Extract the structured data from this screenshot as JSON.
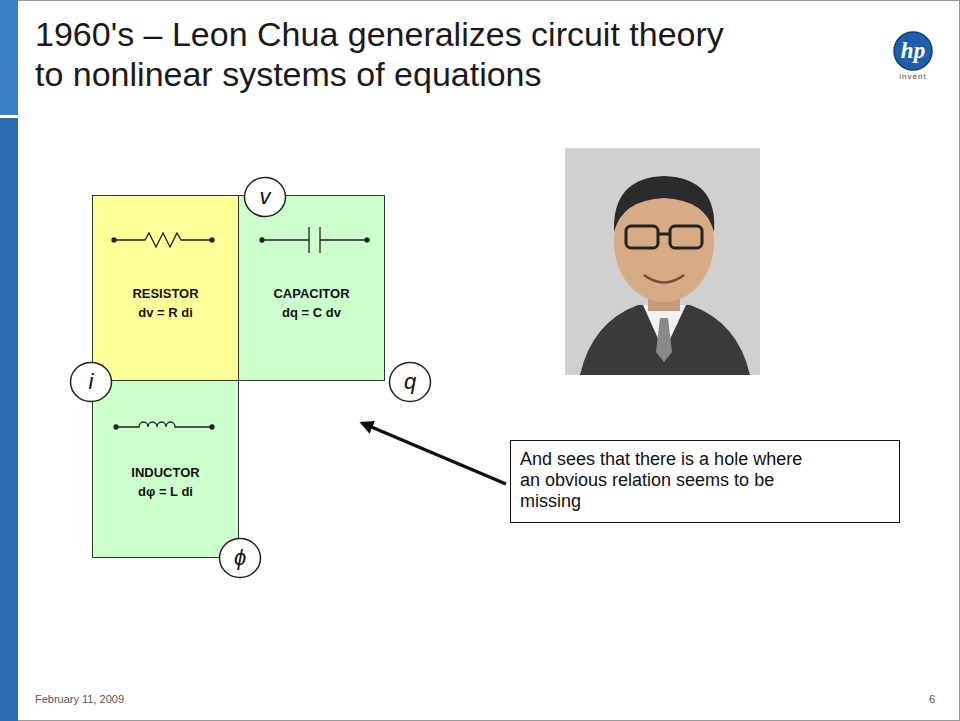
{
  "diagram": {
    "title": "1960's – Leon Chua generalizes circuit theory to nonlinear systems of equations",
    "nodes": [
      {
        "text": [
          "v"
        ]
      },
      {
        "text": [
          "RESISTOR",
          "dv = R di"
        ]
      },
      {
        "text": [
          "CAPACITOR",
          "dq = C dv"
        ]
      },
      {
        "text": [
          "i"
        ]
      },
      {
        "text": [
          "q"
        ]
      },
      {
        "text": [
          "INDUCTOR",
          "dφ = L di"
        ]
      },
      {
        "text": [
          "ϕ"
        ]
      },
      {
        "text": [
          "And sees that there is a hole where an obvious relation seems to be missing"
        ]
      }
    ],
    "labels": [
      "hp",
      "invent",
      "February 11, 2009",
      "6"
    ]
  }
}
